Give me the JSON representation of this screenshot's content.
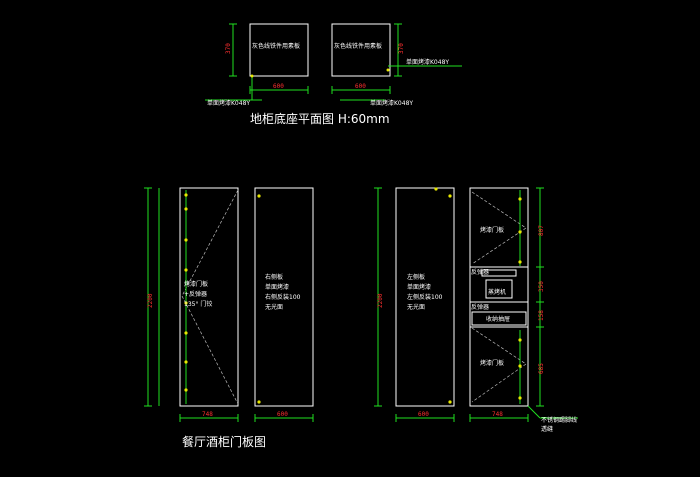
{
  "top": {
    "panel_label": "灰色线铁件用素板",
    "finish_label": "单面烤漆K048Y",
    "width_dim": "600",
    "depth_dim": "370",
    "title": "地柜底座平面图 H:60mm"
  },
  "left": {
    "height_dim": "2200",
    "door_label_lines": [
      "烤漆门板",
      "+反弹器",
      "135° 门铰"
    ],
    "side_label_lines": [
      "右侧板",
      "单面烤漆",
      "右侧反装100",
      "无光面"
    ],
    "width_dim_1": "748",
    "width_dim_2": "600",
    "title": "餐厅酒柜门板图"
  },
  "right": {
    "height_dim": "2200",
    "side_label_lines": [
      "左侧板",
      "单面烤漆",
      "左侧反装100",
      "无光面"
    ],
    "door_top_label": "烤漆门板",
    "rebound_label_1": "反弹器",
    "rebound_label_2": "反弹器",
    "appliance_label": "蒸烤机",
    "drawer_label": "收纳抽屉",
    "door_bottom_label": "烤漆门板",
    "seg_dims": [
      "807",
      "350",
      "158",
      "685"
    ],
    "width_dim_1": "600",
    "width_dim_2": "748",
    "note_line_1": "不锈钢踢脚线",
    "note_line_2": "透缝"
  }
}
